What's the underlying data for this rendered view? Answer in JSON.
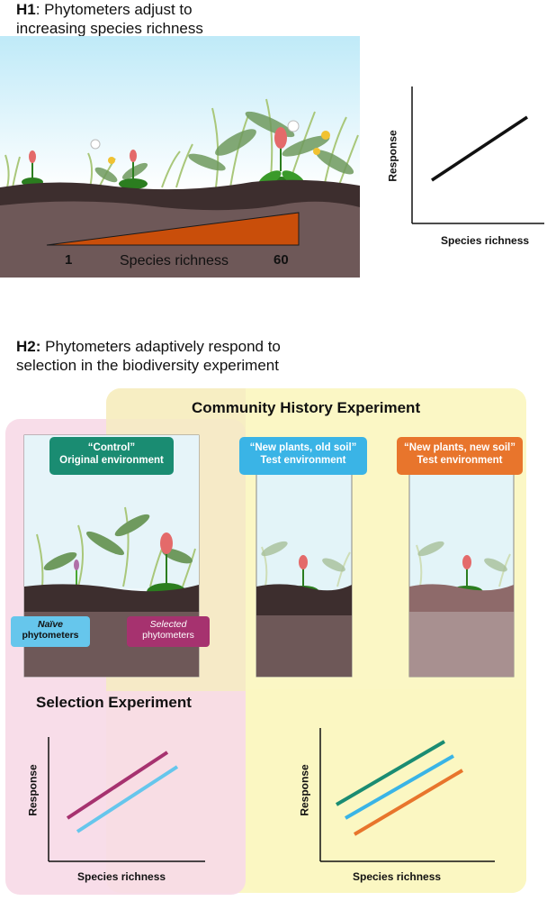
{
  "h1": {
    "prefix": "H1",
    "line1": ": Phytometers adjust to",
    "line2": "increasing species richness",
    "gradient_min": "1",
    "gradient_label": "Species richness",
    "gradient_max": "60",
    "graph": {
      "ylabel": "Response",
      "xlabel": "Species richness"
    }
  },
  "h2": {
    "prefix": "H2:",
    "line1": " Phytometers adaptively respond to",
    "line2": "selection in the biodiversity experiment"
  },
  "community_box": {
    "title": "Community History Experiment",
    "env_control": {
      "line1": "“Control”",
      "line2": "Original environment",
      "color": "#1a8c72"
    },
    "env_old_soil": {
      "line1": "“New plants, old soil”",
      "line2": "Test environment",
      "color": "#3ab4e6"
    },
    "env_new_soil": {
      "line1": "“New plants, new soil”",
      "line2": "Test environment",
      "color": "#e8752c"
    },
    "graph": {
      "ylabel": "Response",
      "xlabel": "Species richness"
    }
  },
  "selection_box": {
    "title": "Selection Experiment",
    "naive": {
      "line1": "Naïve",
      "line2": "phytometers",
      "color": "#66c6ec"
    },
    "selected": {
      "line1": "Selected",
      "line2": "phytometers",
      "color": "#a6326f"
    },
    "graph": {
      "ylabel": "Response",
      "xlabel": "Species richness"
    }
  },
  "colors": {
    "sky": "#cfeef8",
    "topsoil": "#3d2e2e",
    "subsoil": "#6e5858",
    "light_subsoil": "#a89090",
    "wedge": "#c94e0a",
    "pink_box": "#f7d9e7",
    "yellow_box": "#fbf7c2",
    "leaf": "#4aa832",
    "leaf_dark": "#2b7d1f",
    "flower": "#e46a6a"
  }
}
